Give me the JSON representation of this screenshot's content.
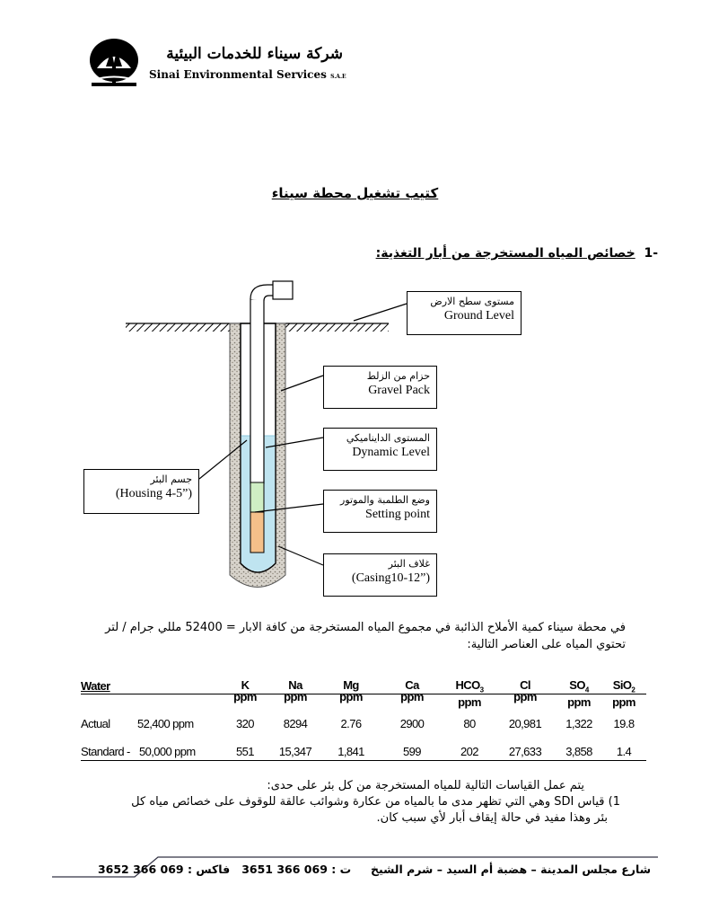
{
  "header": {
    "company_ar": "شركة سيناء للخدمات البيئية",
    "company_en": "Sinai Environmental Services",
    "company_en_suffix": "S.A.E"
  },
  "title": "كتيب تشغيل محطة سيناء",
  "section": {
    "number": "-1",
    "title": "خصائص المياه المستخرجة من أبار التغذية:"
  },
  "diagram": {
    "labels": {
      "ground_ar": "مستوى سطح الارض",
      "ground_en": "Ground Level",
      "gravel_ar": "حزام من الزلط",
      "gravel_en": "Gravel Pack",
      "dynamic_ar": "المستوى الدايناميكي",
      "dynamic_en": "Dynamic Level",
      "setting_ar": "وضع الطلمبة والموتور",
      "setting_en": "Setting point",
      "casing_ar": "غلاف البئر",
      "casing_en": "(Casing10-12”)",
      "housing_ar": "جسم البئر",
      "housing_en": "(Housing 4-5”)"
    },
    "colors": {
      "water": "#bfe4f0",
      "soil": "#d8d4cc",
      "pump": "#f4c08a",
      "motor": "#cfeec4"
    }
  },
  "paragraph": {
    "line1": "في محطة سيناء كمية الأملاح الذائبة في مجموع المياه المستخرجة من كافة الابار = 52400 مللي جرام / لتر",
    "line2": "تحتوي المياه على العناصر التالية:"
  },
  "table": {
    "corner": "Water",
    "unit": "ppm",
    "columns": [
      "K",
      "Na",
      "Mg",
      "Ca",
      "HCO",
      "Cl",
      "SO",
      "SiO"
    ],
    "subscripts": [
      "",
      "",
      "",
      "",
      "3",
      "",
      "4",
      "2"
    ],
    "rows": [
      {
        "label": "Actual",
        "label2": "52,400 ppm",
        "values": [
          "320",
          "8294",
          "2.76",
          "2900",
          "80",
          "20,981",
          "1,322",
          "19.8"
        ]
      },
      {
        "label": "Standard -",
        "label2": "50,000 ppm",
        "values": [
          "551",
          "15,347",
          "1,841",
          "599",
          "202",
          "27,633",
          "3,858",
          "1.4"
        ]
      }
    ]
  },
  "measurements": {
    "intro": "يتم عمل القياسات التالية للمياه المستخرجة من كل بئر على حدى:",
    "item1_num": "1)",
    "item1_line1": "قياس SDI وهي التي تظهر مدى ما بالمياه من عكارة وشوائب عالقة للوقوف على خصائص مياه كل",
    "item1_line2": "بئر وهذا مفيد في حالة إيقاف أبار لأي سبب كان."
  },
  "footer": {
    "address": "شارع مجلس المدينة – هضبة أم السيد – شرم الشيخ",
    "phone_label": "ت :",
    "phone": "3651 366 069",
    "fax_label": "فاكس :",
    "fax": "3652 366 069"
  }
}
